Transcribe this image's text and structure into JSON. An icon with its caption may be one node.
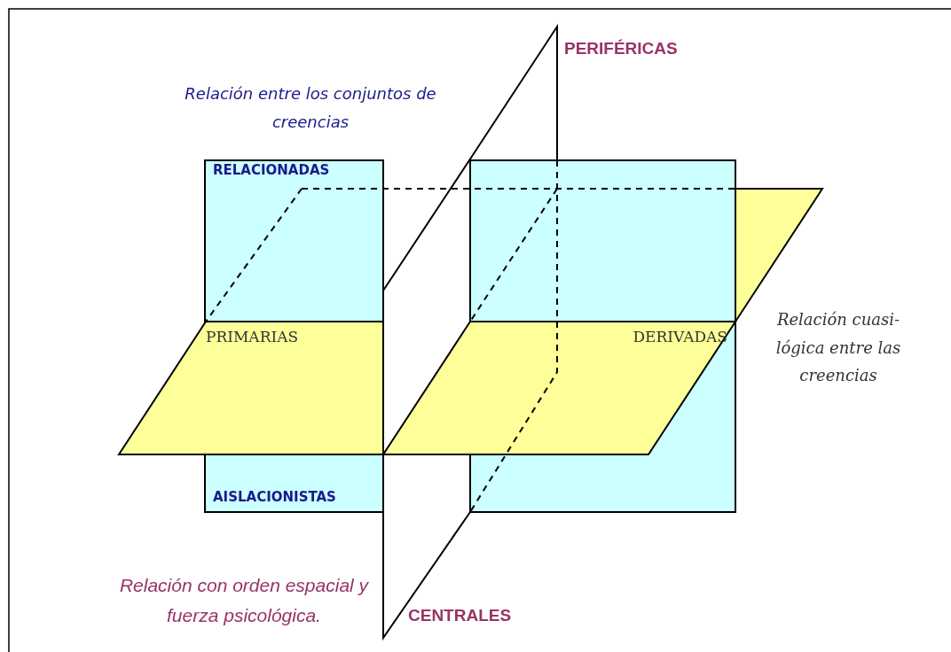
{
  "diagram": {
    "labels": [
      "PERIFÉRICAS",
      "Relación entre los conjuntos de creencias",
      "RELACIONADAS",
      "PRIMARIAS",
      "DERIVADAS",
      "Relación cuasi-lógica entre las creencias",
      "AISLACIONISTAS",
      "Relación con orden espacial y fuerza psicológica.",
      "CENTRALES"
    ]
  }
}
